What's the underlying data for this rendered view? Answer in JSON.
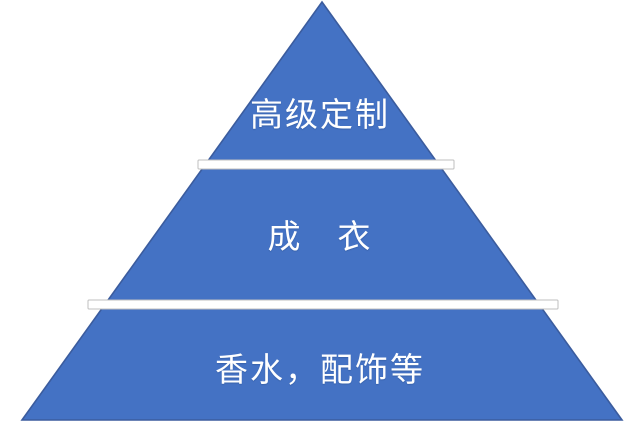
{
  "diagram": {
    "type": "pyramid",
    "title": "",
    "background_color": "#FFFFFF",
    "shape_fill_color": "#4472C4",
    "shape_outline_color": "#3B5C9E",
    "label_color": "#FFFFFF",
    "separator_color": "#FFFFFF",
    "separator_border_color": "#BFBFBF",
    "tiers": [
      {
        "id": "tier-top",
        "level": 1,
        "label": "高级定制",
        "position": "top"
      },
      {
        "id": "tier-middle",
        "level": 2,
        "label": "成　衣",
        "position": "middle"
      },
      {
        "id": "tier-bottom",
        "level": 3,
        "label": "香水，配饰等",
        "position": "bottom"
      }
    ]
  }
}
